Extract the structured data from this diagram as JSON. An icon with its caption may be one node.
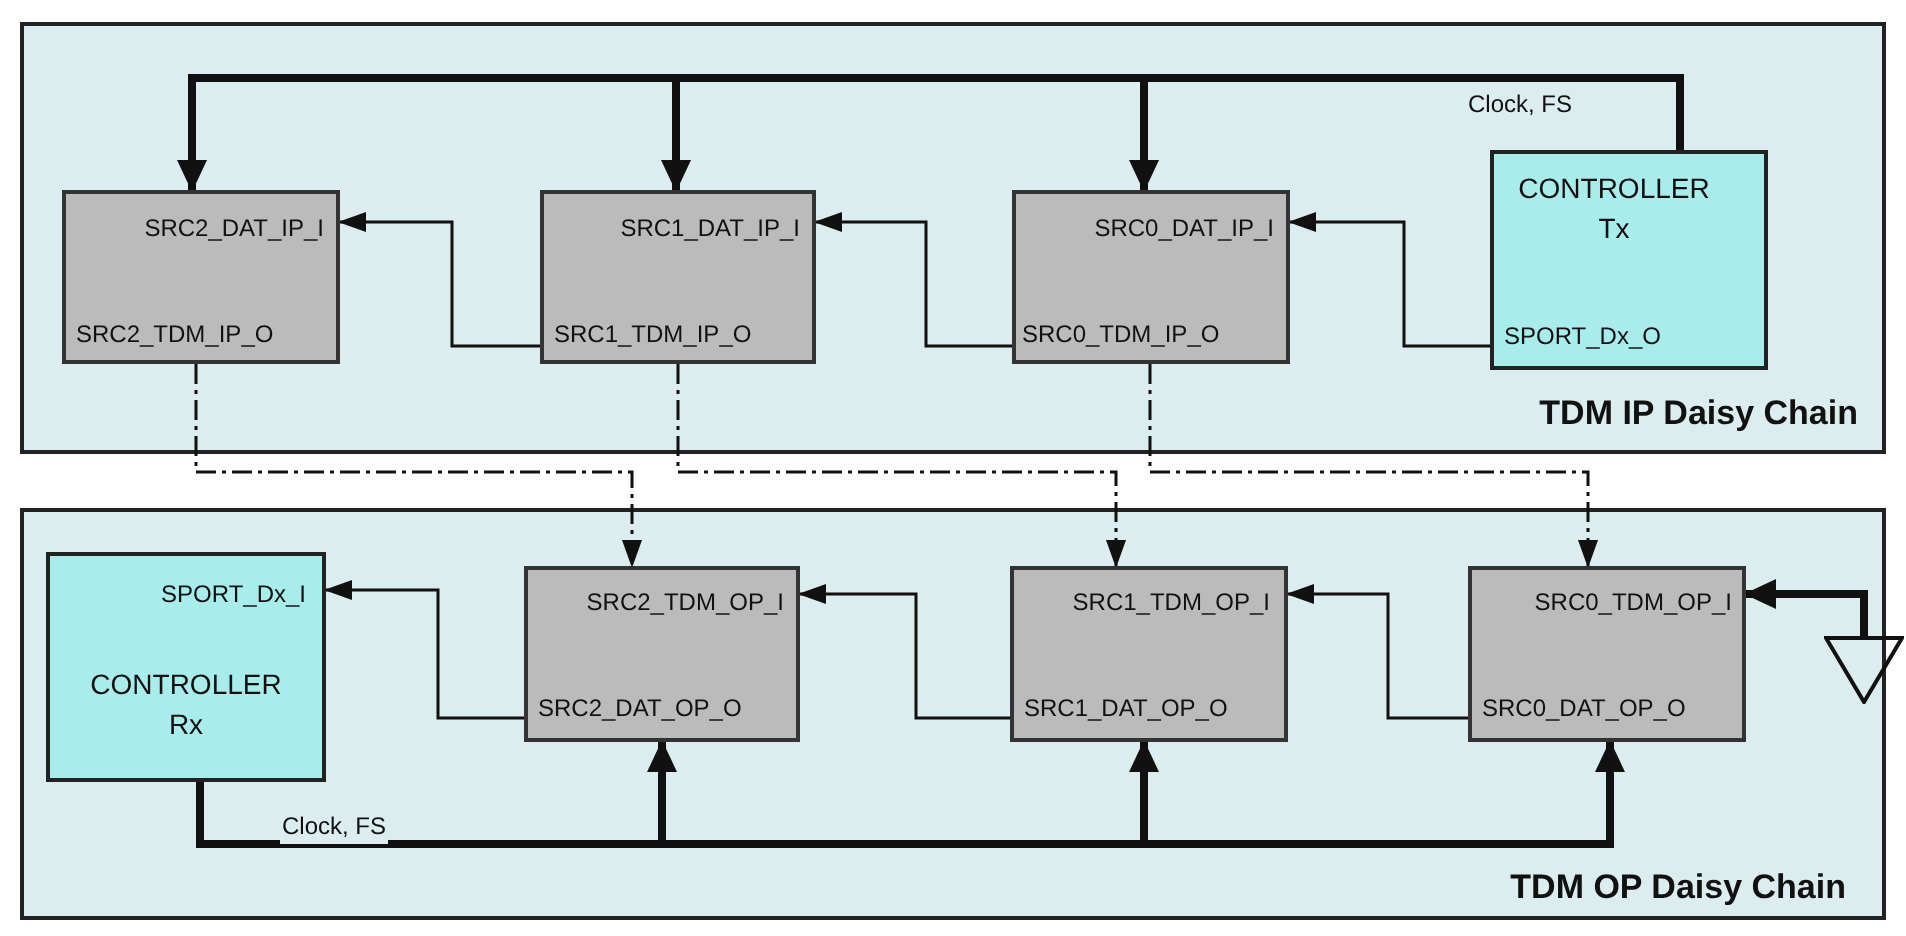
{
  "diagram": {
    "nodes": [
      {
        "text": [
          "TDM IP Daisy Chain"
        ]
      },
      {
        "text": [
          "SRC2_DAT_IP_I",
          "SRC2_TDM_IP_O"
        ],
        "in": 0
      },
      {
        "text": [
          "SRC1_DAT_IP_I",
          "SRC1_TDM_IP_O"
        ],
        "in": 0
      },
      {
        "text": [
          "SRC0_DAT_IP_I",
          "SRC0_TDM_IP_O"
        ],
        "in": 0
      },
      {
        "text": [
          "CONTROLLER Tx",
          "SPORT_Dx_O"
        ],
        "in": 0
      },
      {
        "text": [
          "TDM OP Daisy Chain"
        ]
      },
      {
        "text": [
          "SPORT_Dx_I",
          "CONTROLLER Rx"
        ],
        "in": 5
      },
      {
        "text": [
          "SRC2_TDM_OP_I",
          "SRC2_DAT_OP_O"
        ],
        "in": 5
      },
      {
        "text": [
          "SRC1_TDM_OP_I",
          "SRC1_DAT_OP_O"
        ],
        "in": 5
      },
      {
        "text": [
          "SRC0_TDM_OP_I",
          "SRC0_DAT_OP_O"
        ],
        "in": 5
      },
      {
        "text": [],
        "shape": "triangle"
      }
    ],
    "edges": [
      {
        "from": 4,
        "to": 3,
        "arrow": "to",
        "style": "thick",
        "label": "Clock, FS"
      },
      {
        "from": 4,
        "to": 2,
        "arrow": "to",
        "style": "thick"
      },
      {
        "from": 4,
        "to": 1,
        "arrow": "to",
        "style": "thick"
      },
      {
        "from": 4,
        "to": 3,
        "arrow": "to"
      },
      {
        "from": 3,
        "to": 2,
        "arrow": "to"
      },
      {
        "from": 2,
        "to": 1,
        "arrow": "to"
      },
      {
        "from": 1,
        "to": 7,
        "arrow": "to",
        "style": "dashed"
      },
      {
        "from": 2,
        "to": 8,
        "arrow": "to",
        "style": "dashed"
      },
      {
        "from": 3,
        "to": 9,
        "arrow": "to",
        "style": "dashed"
      },
      {
        "from": 10,
        "to": 9,
        "arrow": "to",
        "style": "thick"
      },
      {
        "from": 9,
        "to": 8,
        "arrow": "to"
      },
      {
        "from": 8,
        "to": 7,
        "arrow": "to"
      },
      {
        "from": 7,
        "to": 6,
        "arrow": "to"
      },
      {
        "from": 6,
        "to": 7,
        "arrow": "to",
        "style": "thick",
        "label": "Clock, FS"
      },
      {
        "from": 6,
        "to": 8,
        "arrow": "to",
        "style": "thick"
      },
      {
        "from": 6,
        "to": 9,
        "arrow": "to",
        "style": "thick"
      }
    ]
  }
}
